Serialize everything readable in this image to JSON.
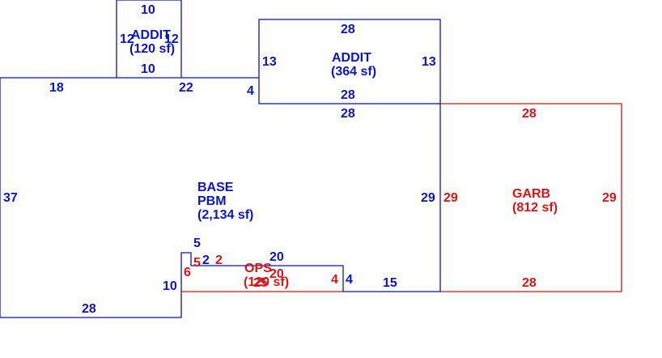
{
  "colors": {
    "primary": "#0a14c8",
    "secondary": "#dc1414"
  },
  "areas": {
    "addit_small": {
      "name": "ADDIT",
      "area": "(120 sf)"
    },
    "addit_large": {
      "name": "ADDIT",
      "area": "(364 sf)"
    },
    "base": {
      "name": "BASE",
      "sub": "PBM",
      "area": "(2,134 sf)"
    },
    "garb": {
      "name": "GARB",
      "area": "(812 sf)"
    },
    "ops": {
      "name": "OPS",
      "area": "(120 sf)"
    }
  },
  "dimensions": {
    "addit_small_top": "10",
    "addit_small_bottom": "10",
    "addit_small_left": "12",
    "addit_small_right": "12",
    "addit_large_top": "28",
    "addit_large_bottom": "28",
    "addit_large_left": "13",
    "addit_large_right": "13",
    "base_top_left": "18",
    "base_top_mid": "22",
    "base_top_step": "4",
    "base_top_right": "28",
    "base_left": "37",
    "base_right": "29",
    "base_bottom": "28",
    "base_notch_left": "10",
    "base_notch_top": "5",
    "base_notch_step": "2",
    "base_ops_top": "20",
    "base_ops_right": "4",
    "base_bottom_right": "15",
    "garb_top": "28",
    "garb_bottom": "28",
    "garb_left": "29",
    "garb_right": "29",
    "ops_left": "6",
    "ops_top": "5",
    "ops_step": "2",
    "ops_bottom": "20",
    "ops_bottom_b": "25",
    "ops_right": "4"
  }
}
